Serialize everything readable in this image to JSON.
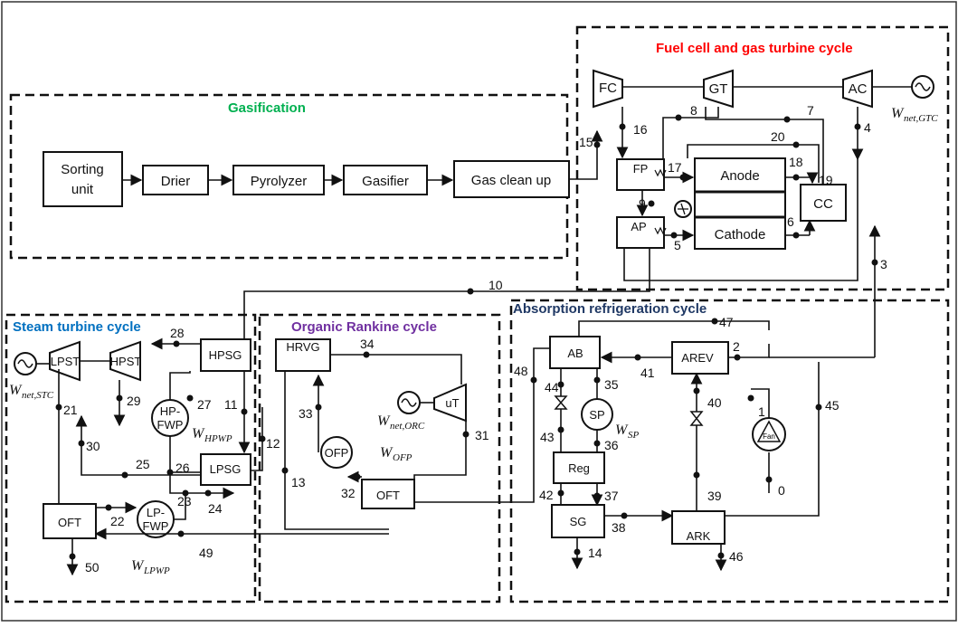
{
  "sections": {
    "gasification": {
      "title": "Gasification",
      "color": "#00b050"
    },
    "fuel_cell_gt": {
      "title": "Fuel cell and gas turbine cycle",
      "color": "#ff0000"
    },
    "steam": {
      "title": "Steam turbine cycle",
      "color": "#0070c0"
    },
    "orc": {
      "title": "Organic Rankine cycle",
      "color": "#7030a0"
    },
    "absorption": {
      "title": "Absorption refrigeration cycle",
      "color": "#1f3864"
    }
  },
  "blocks": {
    "sorting_line1": "Sorting",
    "sorting_line2": "unit",
    "drier": "Drier",
    "pyrolyzer": "Pyrolyzer",
    "gasifier": "Gasifier",
    "gas_clean_up": "Gas clean up",
    "fc": "FC",
    "gt": "GT",
    "ac": "AC",
    "fp": "FP",
    "ap": "AP",
    "anode": "Anode",
    "cathode": "Cathode",
    "cc": "CC",
    "lpst": "LPST",
    "hpst": "HPST",
    "hpsg": "HPSG",
    "lpsg": "LPSG",
    "hp_fwp_1": "HP-",
    "hp_fwp_2": "FWP",
    "lp_fwp_1": "LP-",
    "lp_fwp_2": "FWP",
    "oft_steam": "OFT",
    "hrvg": "HRVG",
    "ut": "uT",
    "ofp": "OFP",
    "oft_orc": "OFT",
    "ab": "AB",
    "arev": "AREV",
    "sp": "SP",
    "reg": "Reg",
    "sg": "SG",
    "ark": "ARK",
    "fan": "Fan"
  },
  "work": {
    "gtc": {
      "w": "W",
      "sub": "net,GTC"
    },
    "stc": {
      "w": "W",
      "sub": "net,STC"
    },
    "orc": {
      "w": "W",
      "sub": "net,ORC"
    },
    "hpwp": {
      "w": "W",
      "sub": "HPWP"
    },
    "lpwp": {
      "w": "W",
      "sub": "LPWP"
    },
    "ofp": {
      "w": "W",
      "sub": "OFP"
    },
    "sp": {
      "w": "W",
      "sub": "SP"
    }
  },
  "states": {
    "s0": "0",
    "s1": "1",
    "s2": "2",
    "s3": "3",
    "s4": "4",
    "s5": "5",
    "s6": "6",
    "s7": "7",
    "s8": "8",
    "s9": "9",
    "s10": "10",
    "s11": "11",
    "s12": "12",
    "s13": "13",
    "s14": "14",
    "s15": "15",
    "s16": "16",
    "s17": "17",
    "s18": "18",
    "s19": "19",
    "s20": "20",
    "s21": "21",
    "s22": "22",
    "s23": "23",
    "s24": "24",
    "s25": "25",
    "s26": "26",
    "s27": "27",
    "s28": "28",
    "s29": "29",
    "s30": "30",
    "s31": "31",
    "s32": "32",
    "s33": "33",
    "s34": "34",
    "s35": "35",
    "s36": "36",
    "s37": "37",
    "s38": "38",
    "s39": "39",
    "s40": "40",
    "s41": "41",
    "s42": "42",
    "s43": "43",
    "s44": "44",
    "s45": "45",
    "s46": "46",
    "s47": "47",
    "s48": "48",
    "s49": "49",
    "s50": "50"
  }
}
